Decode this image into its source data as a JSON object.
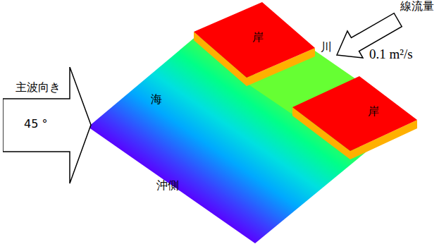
{
  "diagram": {
    "nodes": [
      {
        "text": [
          "主波向き",
          "45 °"
        ]
      },
      {
        "text": [
          "線流量",
          "0.1 m²/s"
        ]
      },
      {
        "text": [
          "岸"
        ]
      },
      {
        "text": [
          "岸"
        ]
      }
    ],
    "labels": [
      "川",
      "海",
      "沖側"
    ]
  }
}
